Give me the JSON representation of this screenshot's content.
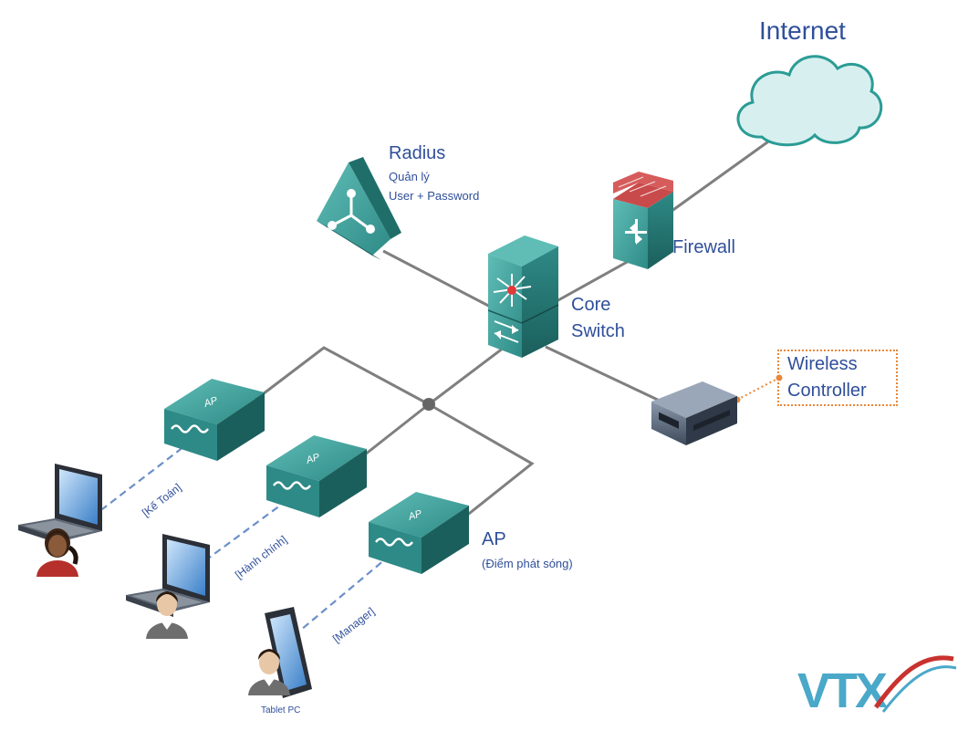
{
  "labels": {
    "internet": "Internet",
    "radius_title": "Radius",
    "radius_line1": "Quản lý",
    "radius_line2": "User + Password",
    "firewall": "Firewall",
    "core_line1": "Core",
    "core_line2": "Switch",
    "wireless_line1": "Wireless",
    "wireless_line2": "Controller",
    "ap_title": "AP",
    "ap_subtitle": "(Điểm phát sóng)",
    "ap_device_text": "AP",
    "link_ketoan": "[Kế Toán]",
    "link_hanhchinh": "[Hành chính]",
    "link_manager": "[Manager]",
    "tablet": "Tablet PC",
    "logo": "VTX"
  },
  "colors": {
    "teal_device": "#2e8a86",
    "teal_dark": "#1f6e6a",
    "cloud_fill": "#d7f0ef",
    "cloud_stroke": "#2b9c95",
    "link_gray": "#7f7f7f",
    "wifi_dash": "#6b8fc9",
    "label_blue": "#2f4f9a",
    "orange_dotted": "#e8873a",
    "logo_teal": "#4aa8c9",
    "logo_red": "#c8322f"
  }
}
